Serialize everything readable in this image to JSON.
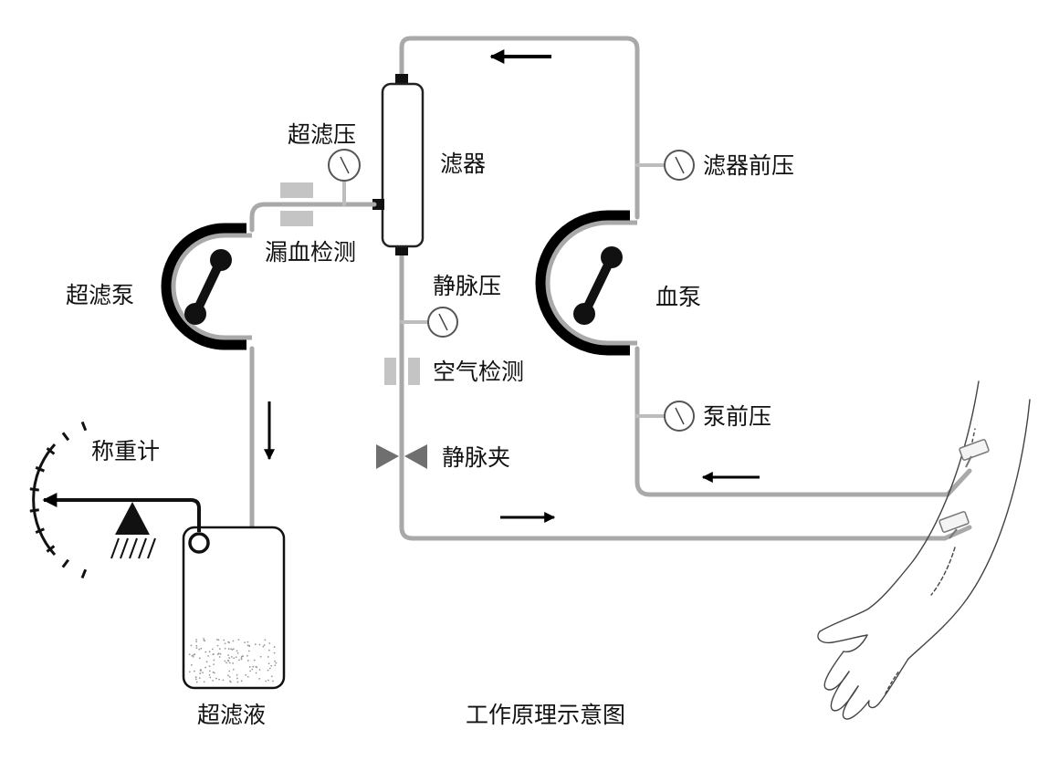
{
  "labels": {
    "uf_pressure": "超滤压",
    "filter": "滤器",
    "filter_pre_pressure": "滤器前压",
    "blood_leak_detect": "漏血检测",
    "uf_pump": "超滤泵",
    "venous_pressure": "静脉压",
    "blood_pump": "血泵",
    "air_detect": "空气检测",
    "pre_pump_pressure": "泵前压",
    "venous_clamp": "静脉夹",
    "scale": "称重计",
    "ultrafiltrate": "超滤液",
    "caption": "工作原理示意图"
  },
  "colors": {
    "tubing": "#a9a9a9",
    "pump_shell": "#000000",
    "rotor": "#111111",
    "detector": "#c4c4c4",
    "clamp": "#6f6f6f"
  }
}
